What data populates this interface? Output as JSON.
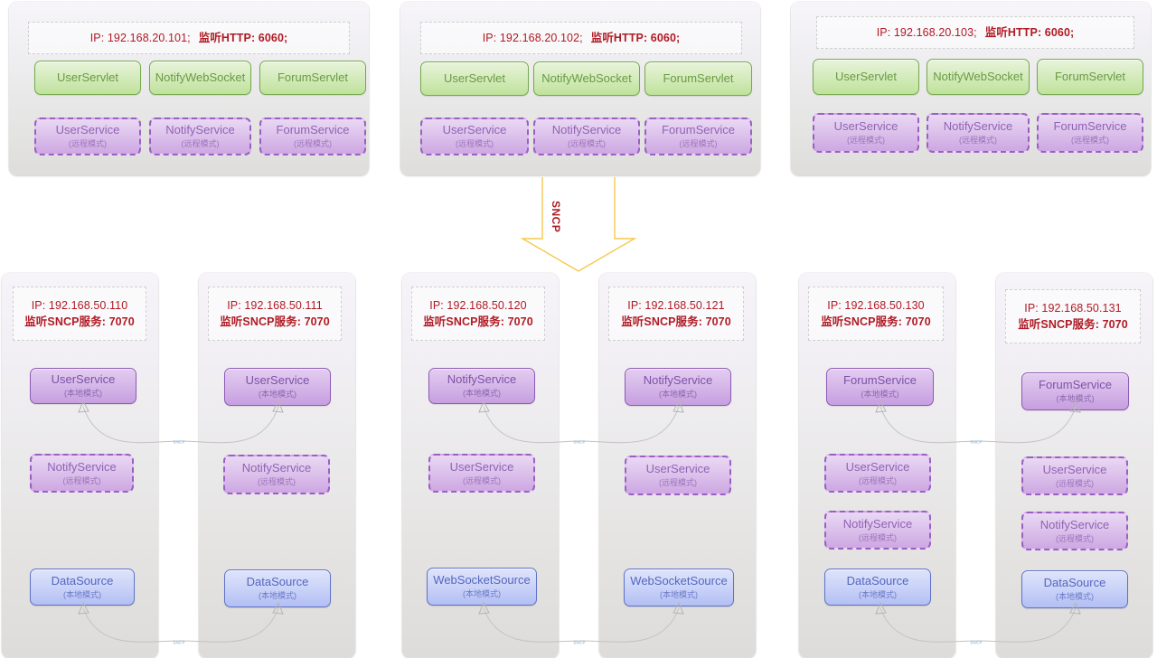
{
  "diagram": {
    "protocol_label": "SNCP",
    "connector_label": "SNCP",
    "colors": {
      "header_text": "#b01b24",
      "servlet": "#6a9b43",
      "service": "#7d52a6",
      "datasource": "#5566c0",
      "arrow": "#f5c84a",
      "connector": "#b9b9b9"
    }
  },
  "app_tier": {
    "servers": [
      {
        "header": {
          "ip": "IP: 192.168.20.101;",
          "port": "监听HTTP: 6060;"
        },
        "servlets": [
          {
            "name": "UserServlet"
          },
          {
            "name": "NotifyWebSocket"
          },
          {
            "name": "ForumServlet"
          }
        ],
        "services": [
          {
            "name": "UserService",
            "mode": "(远程模式)"
          },
          {
            "name": "NotifyService",
            "mode": "(远程模式)"
          },
          {
            "name": "ForumService",
            "mode": "(远程模式)"
          }
        ]
      },
      {
        "header": {
          "ip": "IP: 192.168.20.102;",
          "port": "监听HTTP: 6060;"
        },
        "servlets": [
          {
            "name": "UserServlet"
          },
          {
            "name": "NotifyWebSocket"
          },
          {
            "name": "ForumServlet"
          }
        ],
        "services": [
          {
            "name": "UserService",
            "mode": "(远程模式)"
          },
          {
            "name": "NotifyService",
            "mode": "(远程模式)"
          },
          {
            "name": "ForumService",
            "mode": "(远程模式)"
          }
        ]
      },
      {
        "header": {
          "ip": "IP: 192.168.20.103;",
          "port": "监听HTTP: 6060;"
        },
        "servlets": [
          {
            "name": "UserServlet"
          },
          {
            "name": "NotifyWebSocket"
          },
          {
            "name": "ForumServlet"
          }
        ],
        "services": [
          {
            "name": "UserService",
            "mode": "(远程模式)"
          },
          {
            "name": "NotifyService",
            "mode": "(远程模式)"
          },
          {
            "name": "ForumService",
            "mode": "(远程模式)"
          }
        ]
      }
    ]
  },
  "service_tier": {
    "nodes": [
      {
        "header": {
          "ip": "IP: 192.168.50.110",
          "port": "监听SNCP服务: 7070"
        },
        "boxes": [
          {
            "name": "UserService",
            "mode": "(本地模式)",
            "style": "purple-solid"
          },
          {
            "name": "NotifyService",
            "mode": "(远程模式)",
            "style": "purple-dashed"
          },
          {
            "name": "DataSource",
            "mode": "(本地模式)",
            "style": "blue"
          }
        ]
      },
      {
        "header": {
          "ip": "IP: 192.168.50.111",
          "port": "监听SNCP服务: 7070"
        },
        "boxes": [
          {
            "name": "UserService",
            "mode": "(本地模式)",
            "style": "purple-solid"
          },
          {
            "name": "NotifyService",
            "mode": "(远程模式)",
            "style": "purple-dashed"
          },
          {
            "name": "DataSource",
            "mode": "(本地模式)",
            "style": "blue"
          }
        ]
      },
      {
        "header": {
          "ip": "IP: 192.168.50.120",
          "port": "监听SNCP服务: 7070"
        },
        "boxes": [
          {
            "name": "NotifyService",
            "mode": "(本地模式)",
            "style": "purple-solid"
          },
          {
            "name": "UserService",
            "mode": "(远程模式)",
            "style": "purple-dashed"
          },
          {
            "name": "WebSocketSource",
            "mode": "(本地模式)",
            "style": "blue"
          }
        ]
      },
      {
        "header": {
          "ip": "IP: 192.168.50.121",
          "port": "监听SNCP服务: 7070"
        },
        "boxes": [
          {
            "name": "NotifyService",
            "mode": "(本地模式)",
            "style": "purple-solid"
          },
          {
            "name": "UserService",
            "mode": "(远程模式)",
            "style": "purple-dashed"
          },
          {
            "name": "WebSocketSource",
            "mode": "(本地模式)",
            "style": "blue"
          }
        ]
      },
      {
        "header": {
          "ip": "IP: 192.168.50.130",
          "port": "监听SNCP服务: 7070"
        },
        "boxes": [
          {
            "name": "ForumService",
            "mode": "(本地模式)",
            "style": "purple-solid"
          },
          {
            "name": "UserService",
            "mode": "(远程模式)",
            "style": "purple-dashed"
          },
          {
            "name": "NotifyService",
            "mode": "(远程模式)",
            "style": "purple-dashed"
          },
          {
            "name": "DataSource",
            "mode": "(本地模式)",
            "style": "blue"
          }
        ]
      },
      {
        "header": {
          "ip": "IP: 192.168.50.131",
          "port": "监听SNCP服务: 7070"
        },
        "boxes": [
          {
            "name": "ForumService",
            "mode": "(本地模式)",
            "style": "purple-solid"
          },
          {
            "name": "UserService",
            "mode": "(远程模式)",
            "style": "purple-dashed"
          },
          {
            "name": "NotifyService",
            "mode": "(远程模式)",
            "style": "purple-dashed"
          },
          {
            "name": "DataSource",
            "mode": "(本地模式)",
            "style": "blue"
          }
        ]
      }
    ]
  }
}
